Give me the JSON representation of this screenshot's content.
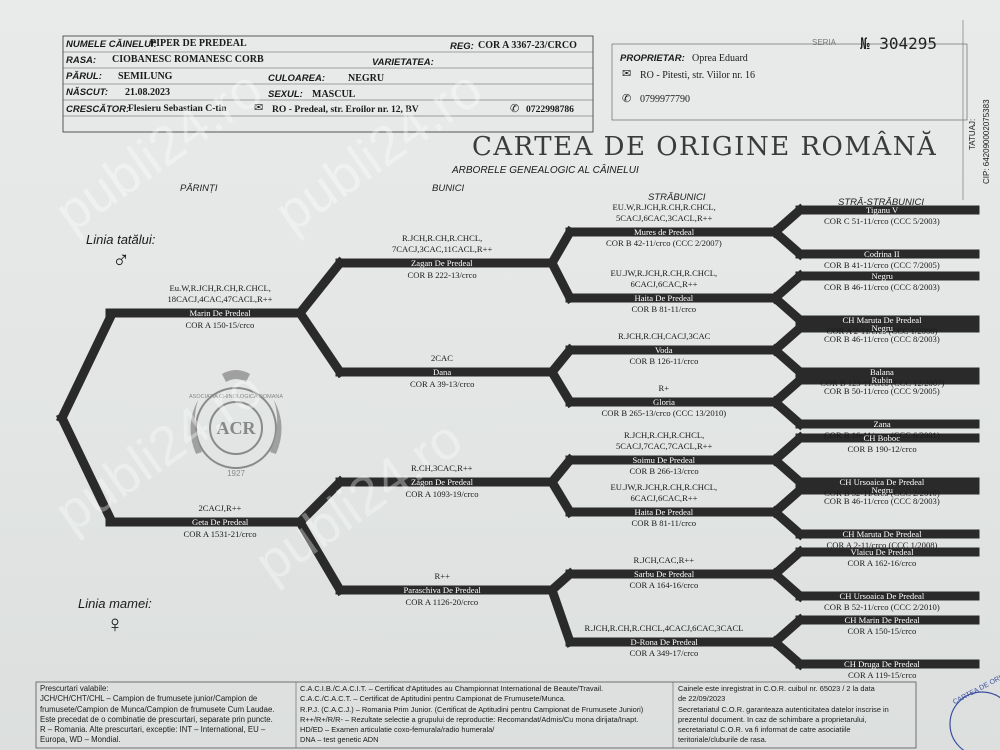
{
  "header": {
    "name_label": "NUMELE CĂINELUI:",
    "name": "PIPER DE PREDEAL",
    "reg_label": "REG:",
    "reg": "COR A 3367-23/CRCO",
    "breed_label": "RASA:",
    "breed": "CIOBANESC ROMANESC CORB",
    "variety_label": "VARIETATEA:",
    "coat_label": "PĂRUL:",
    "coat": "SEMILUNG",
    "color_label": "CULOAREA:",
    "color": "NEGRU",
    "born_label": "NĂSCUT:",
    "born": "21.08.2023",
    "sex_label": "SEXUL:",
    "sex": "MASCUL",
    "breeder_label": "CRESCĂTOR:",
    "breeder": "Flesieru Sebastian C-tin",
    "breeder_address": "RO - Predeal, str. Eroilor nr. 12, BV",
    "breeder_phone": "0722998786",
    "owner_label": "PROPRIETAR:",
    "owner": "Oprea Eduard",
    "owner_address": "RO - Pitesti, str. Viilor nr. 16",
    "owner_phone": "0799977790",
    "serial_label": "SERIA",
    "serial_no": "№  304295",
    "tattoo_label": "TATUAJ:",
    "chip": "CIP: 642090002075383",
    "title": "CARTEA DE ORIGINE ROMÂNĂ",
    "subtitle": "ARBORELE GENEALOGIC AL CÂINELUI"
  },
  "columns": {
    "parents": "PĂRINȚI",
    "grandparents": "BUNICI",
    "great": "STRĂBUNICI",
    "great_great": "STRĂ-STRĂBUNICI"
  },
  "lines": {
    "father": "Linia tatălui:",
    "mother": "Linia mamei:",
    "male_symbol": "♂",
    "female_symbol": "♀"
  },
  "seal": {
    "top": "ASOCIATIA CHINOLOGICA ROMANA",
    "letters": "ACR",
    "year": "1927"
  },
  "parents": [
    {
      "titles1": "Eu.W,R.JCH,R.CH,R.CHCL,",
      "titles2": "18CACJ,4CAC,47CACL,R++",
      "name": "Marin De Predeal",
      "reg": "COR A 150-15/crco"
    },
    {
      "titles1": "2CACJ,R++",
      "titles2": "",
      "name": "Geta De Predeal",
      "reg": "COR A 1531-21/crco"
    }
  ],
  "grandparents": [
    {
      "titles1": "R.JCH,R.CH,R.CHCL,",
      "titles2": "7CACJ,3CAC,11CACL,R++",
      "name": "Zagan De Predeal",
      "reg": "COR B 222-13/crco"
    },
    {
      "titles1": "2CAC",
      "titles2": "",
      "name": "Dana",
      "reg": "COR A 39-13/crco"
    },
    {
      "titles1": "R.CH,3CAC,R++",
      "titles2": "",
      "name": "Zagon De Predeal",
      "reg": "COR A 1093-19/crco"
    },
    {
      "titles1": "R++",
      "titles2": "",
      "name": "Paraschiva De Predeal",
      "reg": "COR A 1126-20/crco"
    }
  ],
  "great": [
    {
      "titles1": "EU.W,R.JCH,R.CH,R.CHCL,",
      "titles2": "5CACJ,6CAC,3CACL,R++",
      "name": "Mures de Predeal",
      "reg": "COR B 42-11/crco (CCC 2/2007)"
    },
    {
      "titles1": "EU.JW,R.JCH,R.CH,R.CHCL,",
      "titles2": "6CACJ,6CAC,R++",
      "name": "Haita De Predeal",
      "reg": "COR B 81-11/crco"
    },
    {
      "titles1": "R.JCH,R.CH,CACJ,3CAC",
      "titles2": "",
      "name": "Voda",
      "reg": "COR B 126-11/crco"
    },
    {
      "titles1": "R+",
      "titles2": "",
      "name": "Gloria",
      "reg": "COR B 265-13/crco (CCC 13/2010)"
    },
    {
      "titles1": "R.JCH,R.CH,R.CHCL,",
      "titles2": "5CACJ,7CAC,7CACL,R++",
      "name": "Soimu De Predeal",
      "reg": "COR B 266-13/crco"
    },
    {
      "titles1": "EU.JW,R.JCH,R.CH,R.CHCL,",
      "titles2": "6CACJ,6CAC,R++",
      "name": "Haita De Predeal",
      "reg": "COR B 81-11/crco"
    },
    {
      "titles1": "R.JCH,CAC,R++",
      "titles2": "",
      "name": "Sarbu De Predeal",
      "reg": "COR A 164-16/crco"
    },
    {
      "titles1": "R.JCH,R.CH,R.CHCL,4CACJ,6CAC,3CACL",
      "titles2": "",
      "name": "D-Rona De Predeal",
      "reg": "COR A 349-17/crco"
    }
  ],
  "great_great": [
    {
      "name": "Tiganu V",
      "reg": "COR C 51-11/crco (CCC 5/2003)"
    },
    {
      "name": "Codrina II",
      "reg": "COR B 41-11/crco (CCC 7/2005)"
    },
    {
      "name": "Negru",
      "reg": "COR B 46-11/crco (CCC 8/2003)"
    },
    {
      "name": "CH Maruta De Predeal",
      "reg": "COR A 2-11/crco (CCC 1/2008)"
    },
    {
      "name": "Negru",
      "reg": "COR B 46-11/crco (CCC 8/2003)"
    },
    {
      "name": "Balana",
      "reg": "COR B 123-11/crco (CCC 12/2007)"
    },
    {
      "name": "Rubin",
      "reg": "COR B 50-11/crco (CCC 9/2005)"
    },
    {
      "name": "Zana",
      "reg": "COR B 16-11/crco (CCC 6/2001)"
    },
    {
      "name": "CH Boboc",
      "reg": "COR B 190-12/crco"
    },
    {
      "name": "CH Ursoaica De Predeal",
      "reg": "COR B 52-11/crco (CCC 2/2010)"
    },
    {
      "name": "Negru",
      "reg": "COR B 46-11/crco (CCC 8/2003)"
    },
    {
      "name": "CH Maruta De Predeal",
      "reg": "COR A 2-11/crco (CCC 1/2008)"
    },
    {
      "name": "Vlaicu De Predeal",
      "reg": "COR A 162-16/crco"
    },
    {
      "name": "CH Ursoaica De Predeal",
      "reg": "COR B 52-11/crco (CCC 2/2010)"
    },
    {
      "name": "CH Marin De Predeal",
      "reg": "COR A 150-15/crco"
    },
    {
      "name": "CH Druga De Predeal",
      "reg": "COR A 119-15/crco"
    }
  ],
  "footer": {
    "col1": [
      "Prescurtari valabile:",
      "JCH/CH/CHT/CHL – Campion de frumusete junior/Campion de",
      "frumusete/Campion de Munca/Campion de frumusete Cum Laudae.",
      "Este precedat de o combinatie de prescurtari, separate prin puncte.",
      "R – Romania. Alte prescurtari, exceptie: INT – International, EU –",
      "Europa, WD – Mondial."
    ],
    "col2": [
      "C.A.C.I.B./C.A.C.I.T. – Certificat d'Aptitudes au Championnat International de Beaute/Travail.",
      "C.A.C./C.A.C.T. – Certificat de Aptitudini pentru Campionat de Frumusete/Munca.",
      "R.P.J. (C.A.C.J.) – Romania Prim Junior. (Certificat de Aptitudini pentru Campionat de Frumusete Juniori)",
      "R++/R+/R/R- – Rezultate selectie a grupului de reproductie: Recomandat/Admis/Cu mona dirijata/Inapt.",
      "HD/ED – Examen articulatie coxo-femurala/radio humerala/",
      "DNA – test genetic ADN"
    ],
    "col3": [
      "Cainele este inregistrat in C.O.R. cuibul nr. 65023 / 2 la data",
      "de 22/09/2023",
      "Secretariatul C.O.R. garanteaza autenticitatea datelor inscrise in",
      "prezentul document. In caz de schimbare a proprietarului,",
      "secretariatul C.O.R. va fi informat de catre asociatiile",
      "teritoriale/cluburile de rasa."
    ],
    "stamp": "CARTEA DE ORIGINE"
  },
  "watermark": "publi24.ro"
}
